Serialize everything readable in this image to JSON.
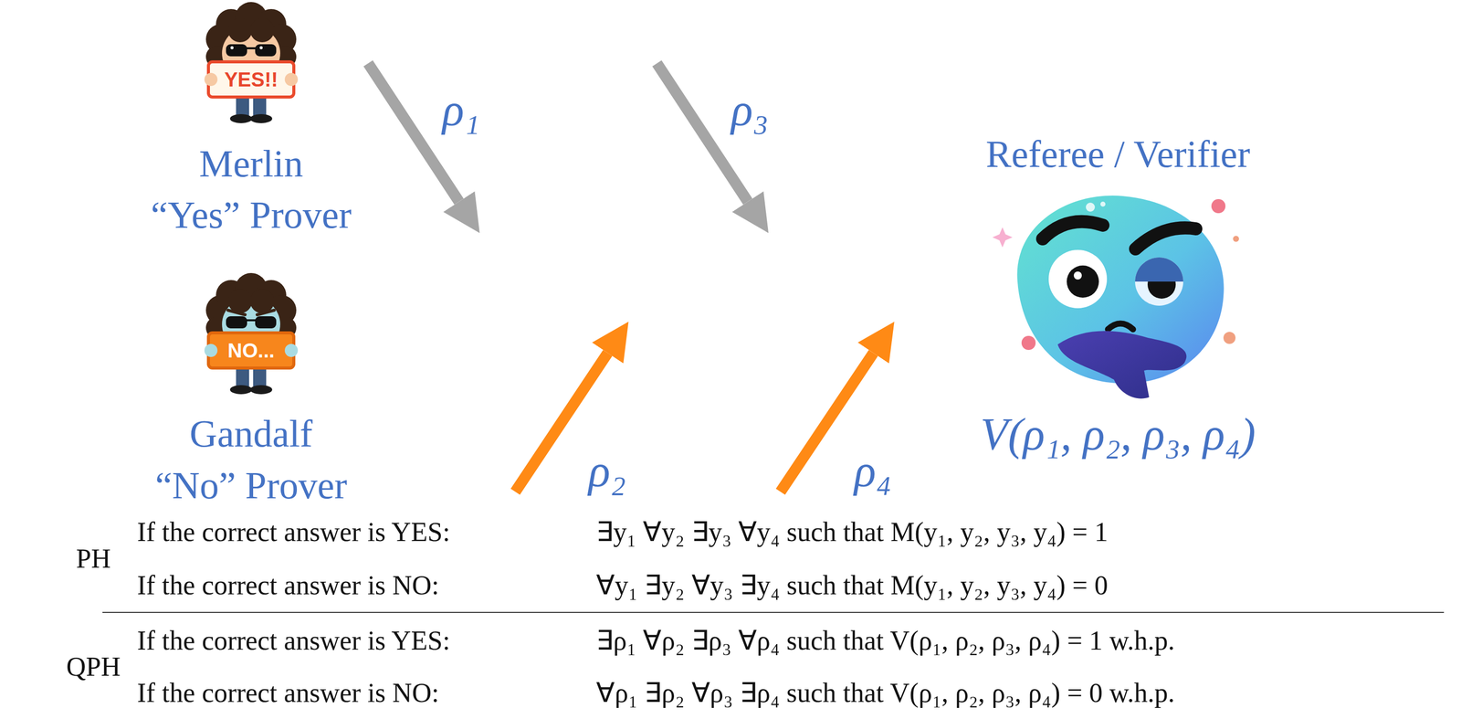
{
  "diagram": {
    "nodes": [
      {
        "text": [
          "Merlin",
          "“Yes” Prover"
        ]
      },
      {
        "text": [
          "Gandalf",
          "“No” Prover"
        ]
      },
      {
        "text": [
          "Referee / Verifier",
          "V(ρ₁, ρ₂, ρ₃, ρ₄)"
        ]
      }
    ],
    "labels": [
      "YES!!",
      "NO...",
      "ρ₁",
      "ρ₃",
      "ρ₂",
      "ρ₄",
      "PH",
      "If the correct answer is YES:",
      "∃y₁ ∀y₂ ∃y₃ ∀y₄ such that M(y₁, y₂, y₃, y₄) = 1",
      "If the correct answer is NO:",
      "∀y₁ ∃y₂ ∀y₃ ∃y₄ such that M(y₁, y₂, y₃, y₄) = 0",
      "QPH",
      "If the correct answer is YES:",
      "∃ρ₁ ∀ρ₂ ∃ρ₃ ∀ρ₄ such that V(ρ₁, ρ₂, ρ₃, ρ₄) = 1 w.h.p.",
      "If the correct answer is NO:",
      "∀ρ₁ ∃ρ₂ ∀ρ₃ ∃ρ₄ such that V(ρ₁, ρ₂, ρ₃, ρ₄) = 0 w.h.p."
    ]
  }
}
